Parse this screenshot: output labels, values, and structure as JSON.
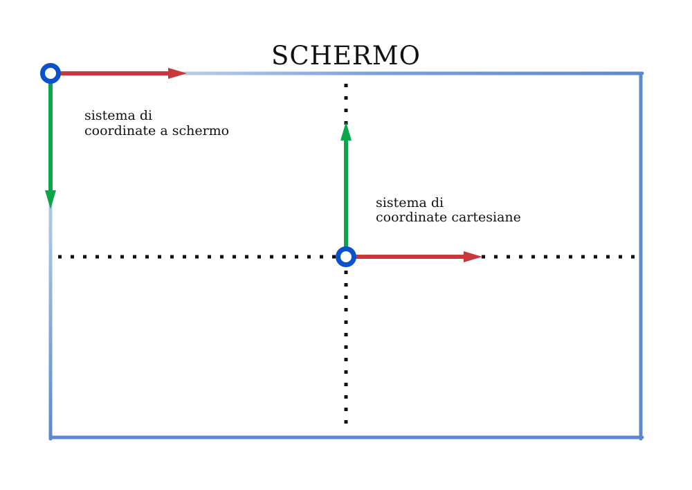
{
  "title": "SCHERMO",
  "screen_system": {
    "label_line1": "sistema di",
    "label_line2": "coordinate a schermo"
  },
  "cartesian_system": {
    "label_line1": "sistema di",
    "label_line2": "coordinate cartesiane"
  },
  "colors": {
    "border": "#5b88cf",
    "border_light": "#b8cdea",
    "x_axis": "#c8383a",
    "y_axis": "#0aa64a",
    "origin": "#0a52c9",
    "guide": "#111111"
  }
}
